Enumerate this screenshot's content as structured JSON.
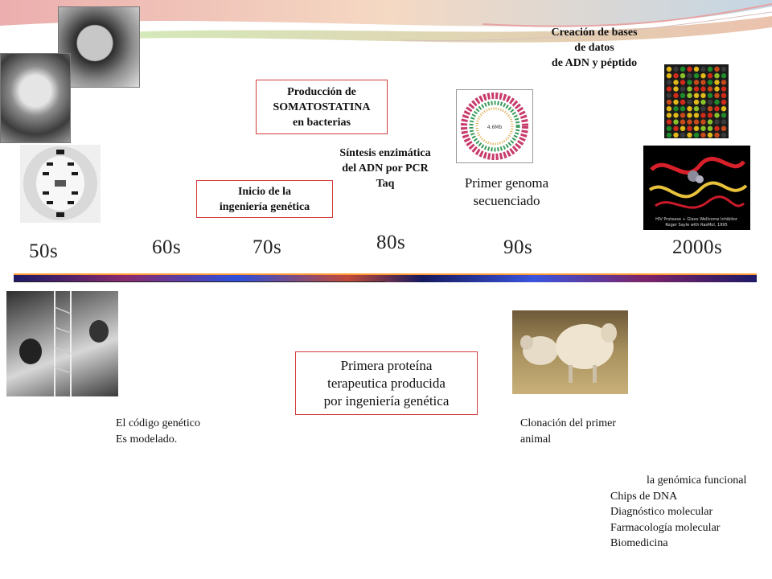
{
  "decades": [
    "50s",
    "60s",
    "70s",
    "80s",
    "90s",
    "2000s"
  ],
  "top": {
    "somatostatina": [
      "Producción de",
      "SOMATOSTATINA",
      "en bacterias"
    ],
    "ingenieria": [
      "Inicio de la",
      "ingeniería genética"
    ],
    "pcr": [
      "Síntesis enzimática",
      "del ADN por PCR",
      "Taq"
    ],
    "genoma": [
      "Primer genoma",
      "secuenciado"
    ],
    "bases": [
      "Creación de bases",
      "de datos",
      "de ADN y péptido"
    ]
  },
  "bottom": {
    "proteina": [
      "Primera proteína",
      "terapeutica producida",
      "por ingeniería genética"
    ],
    "codigo": [
      "El código genético",
      "Es  modelado."
    ],
    "clonacion": [
      "Clonación del primer",
      "animal"
    ],
    "genomica": [
      "la genómica funcional",
      "Chips de DNA",
      "Diagnóstico molecular",
      "Farmacología molecular",
      "Biomedicina"
    ]
  },
  "images": {
    "protein_caption": [
      "HIV Protease + Glaxo Wellcome Inhibitor",
      "Roger Sayle with RasMol, 1995"
    ],
    "genome_center": "4.6Mb"
  },
  "colors": {
    "box_border": "#d23a3a",
    "accent_orange": "#ff9933"
  }
}
